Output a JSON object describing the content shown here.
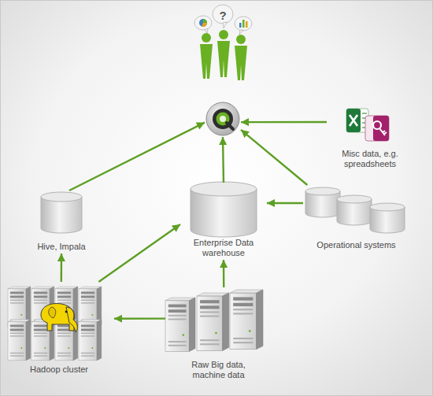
{
  "diagram": {
    "nodes": [
      {
        "text": [
          "?"
        ]
      },
      {
        "text": []
      },
      {
        "text": [
          "Misc data, e.g. spreadsheets"
        ]
      },
      {
        "text": [
          "Hive, Impala"
        ]
      },
      {
        "text": [
          "Enterprise Data warehouse"
        ]
      },
      {
        "text": [
          "Operational systems"
        ]
      },
      {
        "text": [
          "Hadoop cluster"
        ]
      },
      {
        "text": [
          "Raw Big data, machine data"
        ]
      }
    ],
    "edges": [
      {
        "from": 3,
        "to": 1,
        "arrow": "to"
      },
      {
        "from": 4,
        "to": 1,
        "arrow": "to"
      },
      {
        "from": 5,
        "to": 1,
        "arrow": "to"
      },
      {
        "from": 2,
        "to": 1,
        "arrow": "to"
      },
      {
        "from": 5,
        "to": 4,
        "arrow": "to"
      },
      {
        "from": 6,
        "to": 3,
        "arrow": "to"
      },
      {
        "from": 6,
        "to": 4,
        "arrow": "to"
      },
      {
        "from": 7,
        "to": 4,
        "arrow": "to"
      },
      {
        "from": 7,
        "to": 6,
        "arrow": "to"
      }
    ]
  }
}
